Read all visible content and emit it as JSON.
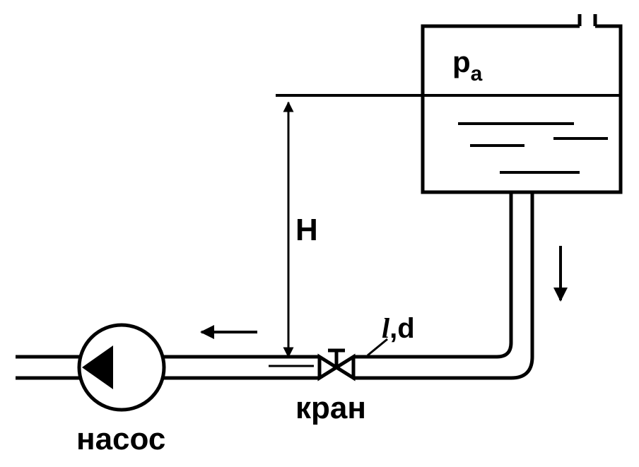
{
  "diagram": {
    "tank_pressure_symbol": "p",
    "tank_pressure_subscript": "a",
    "height_label": "H",
    "pipe_length_symbol": "l",
    "pipe_label_rest": ",d",
    "valve_label": "кран",
    "pump_label": "насос"
  },
  "colors": {
    "ink": "#000000",
    "background": "#ffffff"
  }
}
